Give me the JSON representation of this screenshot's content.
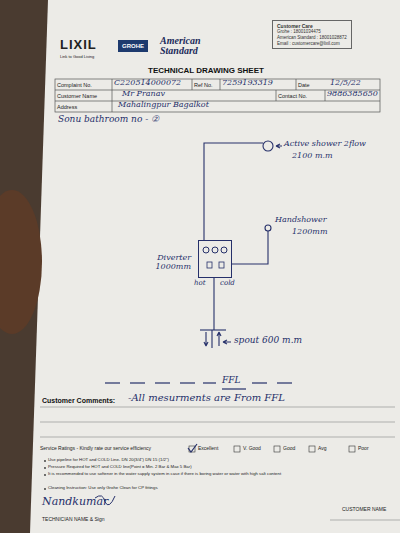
{
  "diagram": {
    "nodes": [
      {
        "text": [
          "GROHE"
        ]
      },
      {
        "text": [
          "Customer Care",
          "Grohe : 18001034475",
          "American Standard : 18001028872",
          "Email : customercare@lixil.com"
        ]
      },
      {
        "text": [
          "Diverter 1000mm"
        ]
      }
    ],
    "labels": [
      "LIXIL",
      "Link to Good Living",
      "American Standard",
      "TECHNICAL DRAWING SHEET",
      "Complaint No.",
      "C220514000072",
      "Ref No.",
      "7259193319",
      "Date",
      "12/5/22",
      "Customer Name",
      "Mr Pranav",
      "Contact No.",
      "9886385650",
      "Address",
      "Mahalingpur Bagalkot",
      "Sonu bathroom no - ②",
      "Active shower 2flow",
      "2100 m.m",
      "Handshower",
      "1200mm",
      "hot",
      "cold",
      "spout 600 m.m",
      "FFL",
      "Customer Comments:",
      "-All mesurments are From FFL",
      "Service Ratings - Kindly rate our service efficiency",
      "Excellent",
      "V. Good",
      "Good",
      "Avg",
      "Poor",
      "Use pipeline for HOT and COLD Line- DN 20(3/4\") DN 15 (1/2\")",
      "Pressure Required for HOT and COLD line(Point = Min. 2 Bar & Max 5 Bar)",
      "It is recommended to use softener in the water supply system in case if there is boring water or water with high salt content",
      "Cleaning Instruction: Use only Grohe Clean for CP fittings",
      "Nandkumar",
      "TECHNICIAN NAME & Sign",
      "CUSTOMER NAME"
    ]
  }
}
